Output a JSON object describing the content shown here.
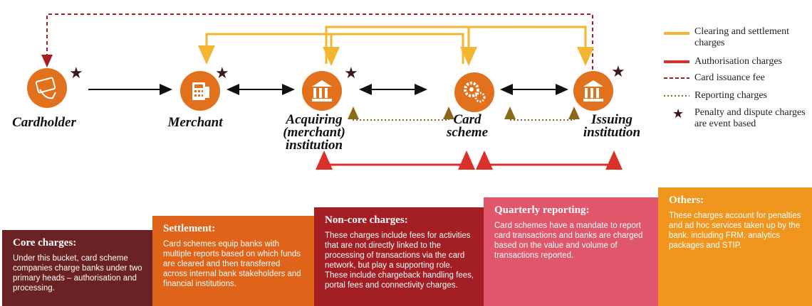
{
  "nodes": {
    "cardholder": "Cardholder",
    "merchant": "Merchant",
    "acquiring": "Acquiring\n(merchant)\ninstitution",
    "scheme": "Card\nscheme",
    "issuing": "Issuing\ninstitution"
  },
  "legend": {
    "clearing": "Clearing and settlement charges",
    "authorisation": "Authorisation charges",
    "issuance": "Card issuance fee",
    "reporting": "Reporting charges",
    "penalty": "Penalty and dispute charges are event based"
  },
  "colors": {
    "clearing": "#f2b632",
    "authorisation": "#d9312a",
    "issuance": "#a61e22",
    "reporting": "#8a6a1a",
    "icon": "#e2711d",
    "star": "#3a1a1a"
  },
  "boxes": [
    {
      "title": "Core charges:",
      "text": "Under this bucket, card scheme companies charge banks under two primary heads – authorisation and processing.",
      "color": "#6b2224"
    },
    {
      "title": "Settlement:",
      "text": "Card schemes equip banks with multiple reports based on which funds are cleared and then transferred across internal bank stakeholders and financial institutions.",
      "color": "#e0631a"
    },
    {
      "title": "Non-core charges:",
      "text": "These charges include fees for activities that are not directly linked to the processing of transactions via the card network, but play a supporting role. These include chargeback handling fees, portal fees and connectivity charges.",
      "color": "#a31f24"
    },
    {
      "title": "Quarterly reporting:",
      "text": "Card schemes have a mandate to report card transactions and banks are charged based on the value and volume of transactions reported.",
      "color": "#e0566a"
    },
    {
      "title": "Others:",
      "text": "These charges account for penalties and ad hoc services taken up by the bank. including FRM, analytics packages and STIP.",
      "color": "#f0961e"
    }
  ]
}
